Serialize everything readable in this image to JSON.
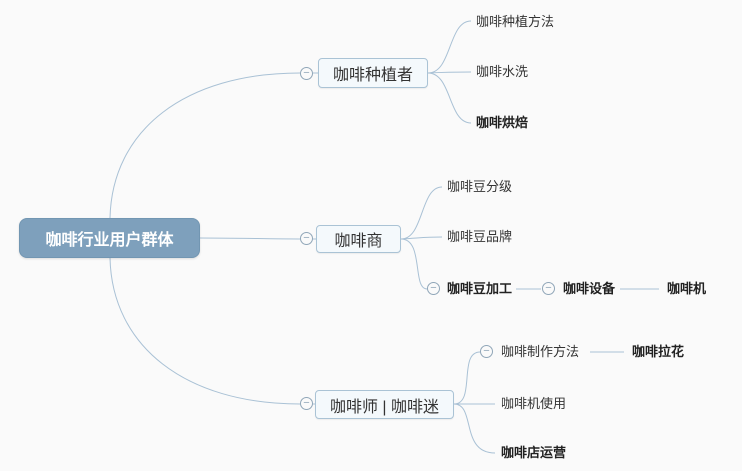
{
  "colors": {
    "background": "#fafafa",
    "root_fill": "#7ea0bc",
    "root_text": "#ffffff",
    "node_fill": "#f4f9fc",
    "node_border": "#aac3d5",
    "connector": "#a9c1d5",
    "text": "#333333"
  },
  "icons": {
    "collapse_glyph": "−"
  },
  "mindmap": {
    "root": {
      "label": "咖啡行业用户群体"
    },
    "branches": [
      {
        "label": "咖啡种植者",
        "children": [
          {
            "label": "咖啡种植方法",
            "bold": false
          },
          {
            "label": "咖啡水洗",
            "bold": false
          },
          {
            "label": "咖啡烘焙",
            "bold": true
          }
        ]
      },
      {
        "label": "咖啡商",
        "children": [
          {
            "label": "咖啡豆分级",
            "bold": false
          },
          {
            "label": "咖啡豆品牌",
            "bold": false
          },
          {
            "label": "咖啡豆加工",
            "bold": true,
            "children": [
              {
                "label": "咖啡设备",
                "bold": true,
                "children": [
                  {
                    "label": "咖啡机",
                    "bold": true
                  }
                ]
              }
            ]
          }
        ]
      },
      {
        "label": "咖啡师 | 咖啡迷",
        "children": [
          {
            "label": "咖啡制作方法",
            "bold": false,
            "children": [
              {
                "label": "咖啡拉花",
                "bold": true
              }
            ]
          },
          {
            "label": "咖啡机使用",
            "bold": false
          },
          {
            "label": "咖啡店运营",
            "bold": true
          }
        ]
      }
    ]
  }
}
